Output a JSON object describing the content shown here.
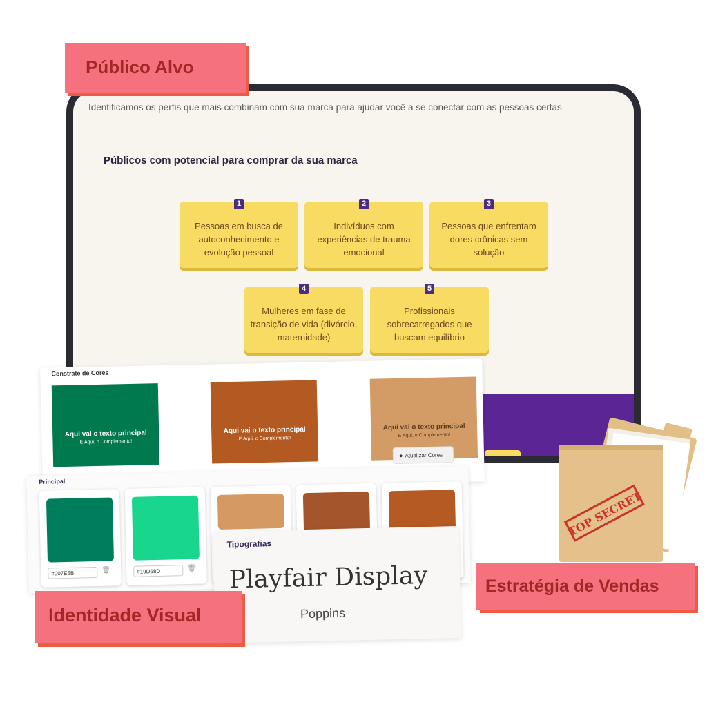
{
  "tags": {
    "publico": "Público Alvo",
    "estrategia": "Estratégia de Vendas",
    "identidade": "Identidade Visual"
  },
  "audience": {
    "intro": "Identificamos os perfis que mais combinam com sua marca para ajudar você a se conectar com as pessoas certas",
    "heading": "Públicos com potencial para comprar da sua marca",
    "cards": [
      {
        "num": "1",
        "text": "Pessoas em busca de autoconhecimento e evolução pessoal"
      },
      {
        "num": "2",
        "text": "Indivíduos com experiências de trauma emocional"
      },
      {
        "num": "3",
        "text": "Pessoas que enfrentam dores crônicas sem solução"
      },
      {
        "num": "4",
        "text": "Mulheres em fase de transição de vida (divórcio, maternidade)"
      },
      {
        "num": "5",
        "text": "Profissionais sobrecarregados que buscam equilíbrio"
      }
    ]
  },
  "contrast": {
    "title": "Constrate de Cores",
    "swatches": [
      {
        "main": "Aqui vai o texto principal",
        "sub": "E Aqui, o Complemento!",
        "bg": "#00794f",
        "fg": "#ffffff"
      },
      {
        "main": "Aqui vai o texto principal",
        "sub": "E Aqui, o Complemento!",
        "bg": "#b35a22",
        "fg": "#ffffff"
      },
      {
        "main": "Aqui vai o texto principal",
        "sub": "E Aqui, o Complemento!",
        "bg": "#d39c66",
        "fg": "#5a3a1e"
      }
    ],
    "update_button": "Atualizar Cores"
  },
  "principal": {
    "title": "Principal",
    "colors": [
      {
        "hex": "#007E5B",
        "color": "#007e5b"
      },
      {
        "hex": "#19D68D",
        "color": "#19d68d"
      },
      {
        "hex": "",
        "color": "#d59a63"
      },
      {
        "hex": "",
        "color": "#a4552b"
      },
      {
        "hex": "",
        "color": "#b55a22"
      }
    ]
  },
  "typography": {
    "title": "Tipografias",
    "primary": "Playfair Display",
    "secondary": "Poppins"
  },
  "folder_stamp": "TOP SECRET"
}
